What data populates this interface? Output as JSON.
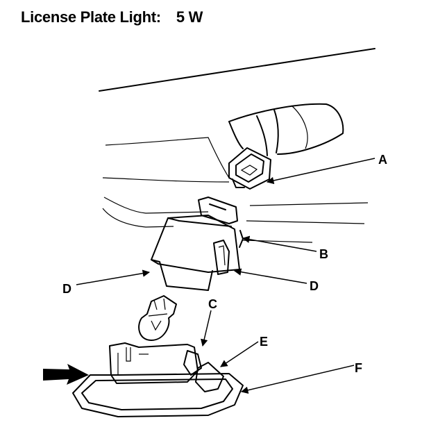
{
  "title": {
    "label": "License Plate Light:",
    "value": "5 W"
  },
  "callouts": {
    "a": "A",
    "b": "B",
    "c": "C",
    "d_left": "D",
    "d_right": "D",
    "e": "E",
    "f": "F"
  }
}
